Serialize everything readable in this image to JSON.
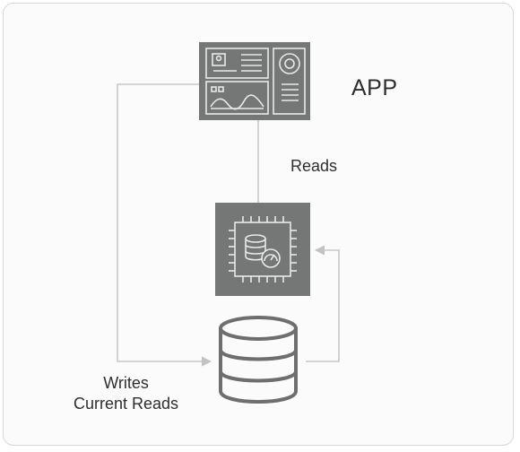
{
  "diagram": {
    "app": {
      "label": "APP",
      "icon": "dashboard-icon"
    },
    "cache": {
      "icon": "cpu-database-gauge-icon"
    },
    "database": {
      "icon": "database-icon"
    },
    "edges": {
      "reads": {
        "label": "Reads"
      },
      "writes": {
        "line1": "Writes",
        "line2": "Current Reads"
      }
    },
    "colors": {
      "icon_fill": "#747775",
      "icon_stroke": "#e9e9e9",
      "connector": "#c8c8c8",
      "db_outline": "#6e6e6e",
      "text": "#2e2e2e"
    }
  }
}
